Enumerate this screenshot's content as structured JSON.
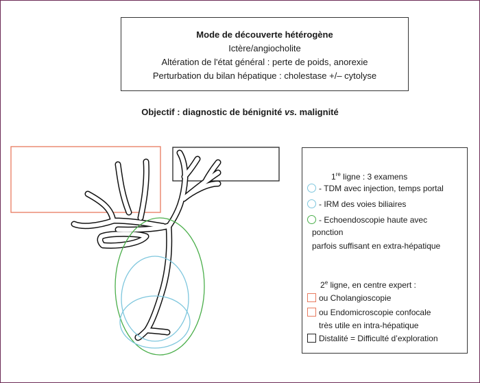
{
  "header": {
    "title": "Mode de découverte hétérogène",
    "line1": "Ictère/angiocholite",
    "line2": "Altération de l'état général : perte de poids, anorexie",
    "line3": "Perturbation du bilan hépatique : cholestase +/– cytolyse"
  },
  "objective": {
    "prefix": "Objectif : diagnostic de bénignité ",
    "vs": "vs.",
    "suffix": " malignité"
  },
  "legend": {
    "first_line": {
      "ord": "1",
      "sup": "re",
      "text": " ligne : 3 examens"
    },
    "items": [
      {
        "label": "- TDM avec injection, temps portal",
        "color": "#7dc6dd"
      },
      {
        "label": "- IRM des voies biliaires",
        "color": "#7dc6dd"
      },
      {
        "label": "- Echoendoscopie haute avec",
        "color": "#4aae4a"
      }
    ],
    "echo_cont1": "ponction",
    "echo_cont2": "parfois suffisant en extra-hépatique",
    "second_line": {
      "ord": "2",
      "sup": "e",
      "text": " ligne, en centre expert :"
    },
    "items2": [
      {
        "label": "ou Cholangioscopie",
        "color": "#e87a5e"
      },
      {
        "label": "ou Endomicroscopie confocale",
        "color": "#e87a5e"
      }
    ],
    "endo_cont": "très utile en intra-hépatique",
    "distal": {
      "label": "Distalité = Difficulté d’exploration",
      "color": "#222222"
    }
  },
  "colors": {
    "frame": "#6b2a55",
    "orange": "#e87a5e",
    "black": "#222222",
    "blue": "#7dc6dd",
    "green": "#4aae4a"
  }
}
